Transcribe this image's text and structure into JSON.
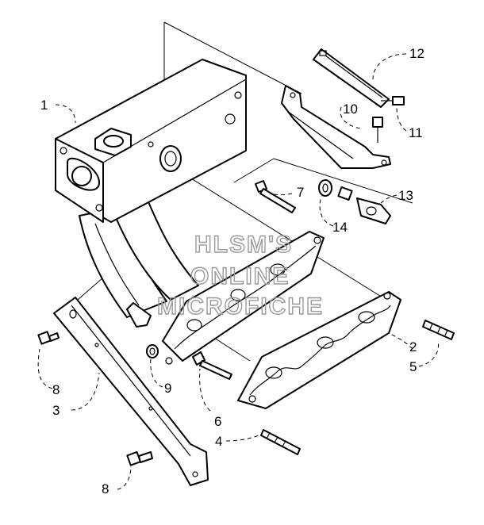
{
  "diagram": {
    "callouts": [
      {
        "id": "c1",
        "text": "1"
      },
      {
        "id": "c2",
        "text": "2"
      },
      {
        "id": "c3",
        "text": "3"
      },
      {
        "id": "c4",
        "text": "4"
      },
      {
        "id": "c5",
        "text": "5"
      },
      {
        "id": "c6",
        "text": "6"
      },
      {
        "id": "c7",
        "text": "7"
      },
      {
        "id": "c8a",
        "text": "8"
      },
      {
        "id": "c8b",
        "text": "8"
      },
      {
        "id": "c9",
        "text": "9"
      },
      {
        "id": "c10",
        "text": "10"
      },
      {
        "id": "c11",
        "text": "11"
      },
      {
        "id": "c12",
        "text": "12"
      },
      {
        "id": "c13",
        "text": "13"
      },
      {
        "id": "c14",
        "text": "14"
      }
    ]
  },
  "watermark": {
    "line1": "HLSM'S",
    "line2": "ONLINE",
    "line3": "MICROFICHE"
  }
}
